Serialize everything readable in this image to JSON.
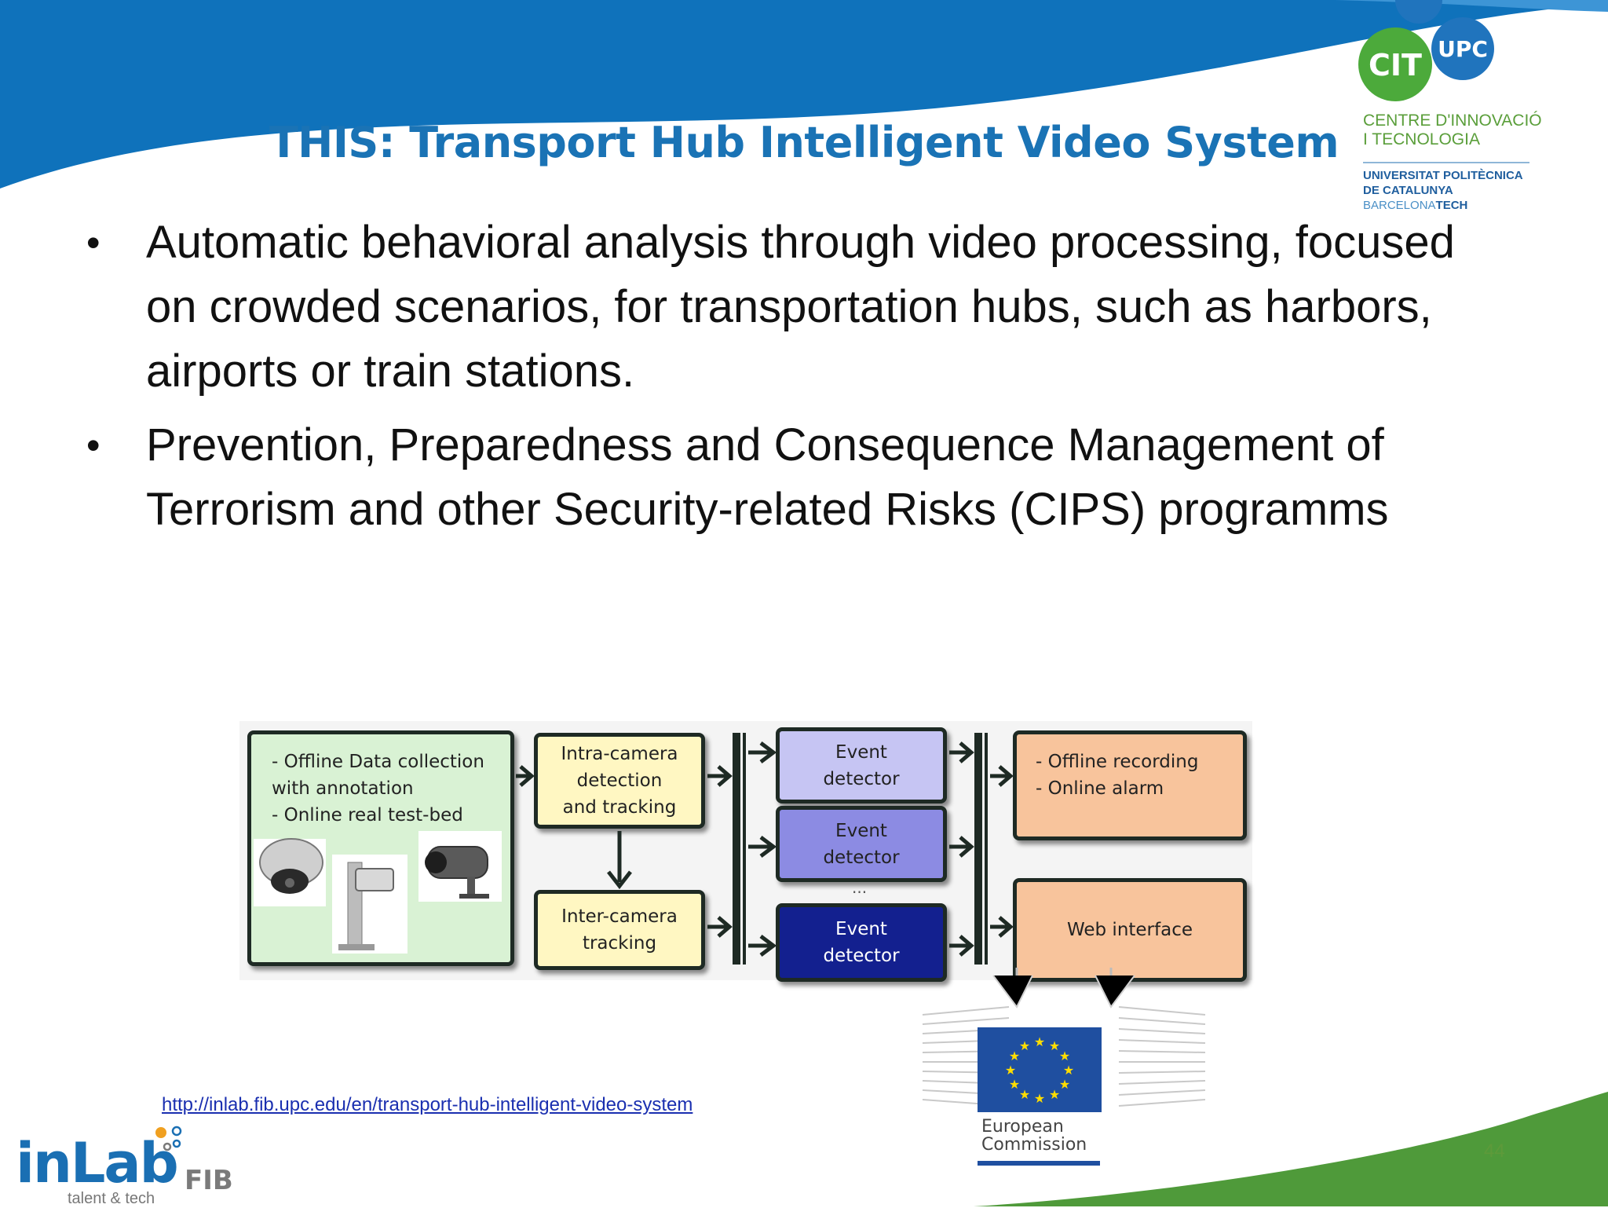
{
  "slide": {
    "title": "THIS: Transport Hub Intelligent Video System",
    "bullets": [
      "Automatic behavioral analysis through video processing, focused on crowded scenarios, for transportation hubs, such as harbors, airports or train stations.",
      "Prevention, Preparedness and Consequence Management of Terrorism and other Security-related Risks (CIPS) programms"
    ],
    "bullet_marker": "•",
    "link": "http://inlab.fib.upc.edu/en/transport-hub-intelligent-video-system",
    "page_number": "44"
  },
  "cit_logo": {
    "cit": "CIT",
    "upc": "UPC",
    "line1": "CENTRE D'INNOVACIÓ",
    "line2": "I TECNOLOGIA",
    "line3": "UNIVERSITAT POLITÈCNICA",
    "line4": "DE CATALUNYA",
    "line5_light": "BARCELONA",
    "line5_bold": "TECH"
  },
  "diagram": {
    "data_collection": "- Offline Data collection\nwith annotation\n- Online real test-bed",
    "intra_camera": "Intra-camera\ndetection\nand tracking",
    "inter_camera": "Inter-camera\ntracking",
    "event_detector_1": "Event\ndetector",
    "event_detector_2": "Event\ndetector",
    "event_detector_3": "Event\ndetector",
    "ellipsis": "...",
    "output": "- Offline recording\n- Online alarm",
    "web_interface": "Web interface"
  },
  "eu": {
    "line1": "European",
    "line2": "Commission"
  },
  "inlab": {
    "in": "in",
    "lab": "Lab",
    "fib": "FIB",
    "tagline": "talent & tech"
  },
  "colors": {
    "title_blue": "#1a73b5",
    "header_blue": "#0f72bb",
    "footer_green": "#4f9a3a",
    "cit_green": "#4caa3b",
    "upc_blue": "#2074bd",
    "eu_blue": "#1f4fa0",
    "eu_star": "#ffdd00"
  }
}
